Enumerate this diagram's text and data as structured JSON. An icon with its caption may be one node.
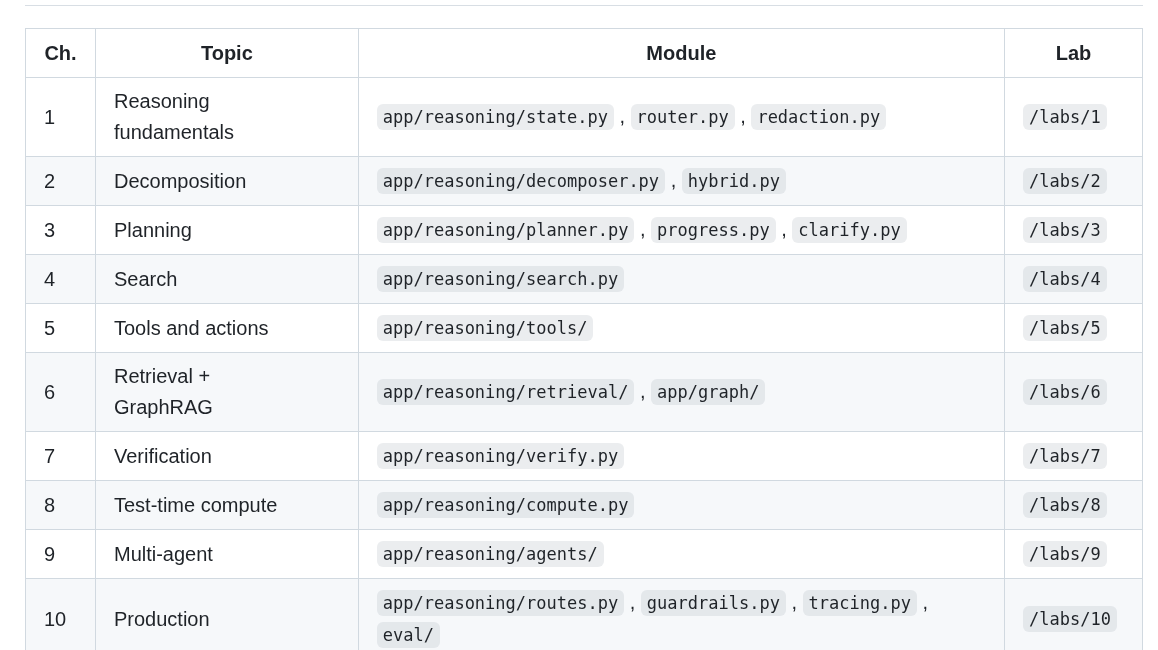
{
  "diagram": {
    "labels": [
      "Ch.",
      "Topic",
      "Module",
      "Lab",
      "1",
      "Reasoning fundamentals",
      "app/reasoning/state.py , router.py , redaction.py",
      "/labs/1",
      "2",
      "Decomposition",
      "app/reasoning/decomposer.py , hybrid.py",
      "/labs/2",
      "3",
      "Planning",
      "app/reasoning/planner.py , progress.py , clarify.py",
      "/labs/3",
      "4",
      "Search",
      "app/reasoning/search.py",
      "/labs/4",
      "5",
      "Tools and actions",
      "app/reasoning/tools/",
      "/labs/5",
      "6",
      "Retrieval + GraphRAG",
      "app/reasoning/retrieval/ , app/graph/",
      "/labs/6",
      "7",
      "Verification",
      "app/reasoning/verify.py",
      "/labs/7",
      "8",
      "Test-time compute",
      "app/reasoning/compute.py",
      "/labs/8",
      "9",
      "Multi-agent",
      "app/reasoning/agents/",
      "/labs/9",
      "10",
      "Production",
      "app/reasoning/routes.py , guardrails.py , tracing.py , eval/",
      "/labs/10"
    ]
  }
}
